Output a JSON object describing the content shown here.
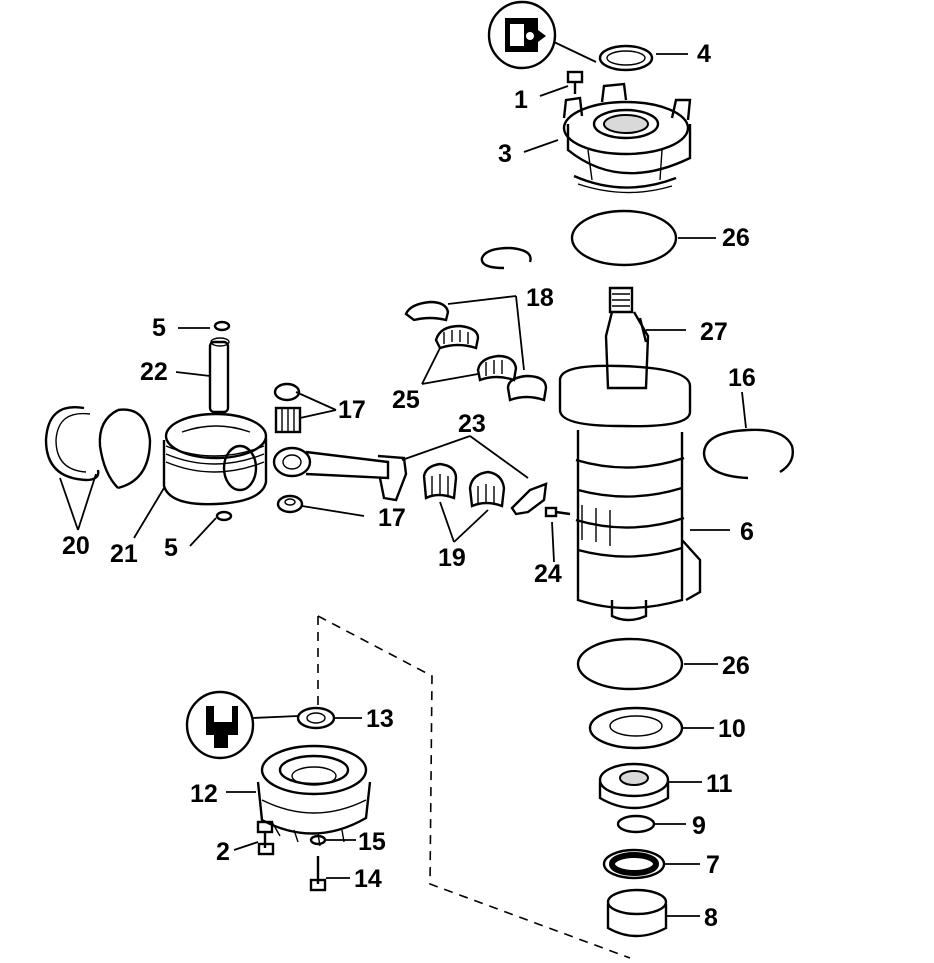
{
  "diagram": {
    "labels": [
      "1",
      "2",
      "3",
      "4",
      "5",
      "5",
      "6",
      "7",
      "8",
      "9",
      "10",
      "11",
      "12",
      "13",
      "14",
      "15",
      "16",
      "17",
      "17",
      "18",
      "19",
      "20",
      "21",
      "22",
      "23",
      "24",
      "25",
      "26",
      "26",
      "27"
    ]
  },
  "colors": {
    "ink": "#000000",
    "paper": "#ffffff",
    "shade": "#d9d9d9"
  },
  "icons": [
    "sealant-tube-icon",
    "lubricant-gun-icon"
  ]
}
